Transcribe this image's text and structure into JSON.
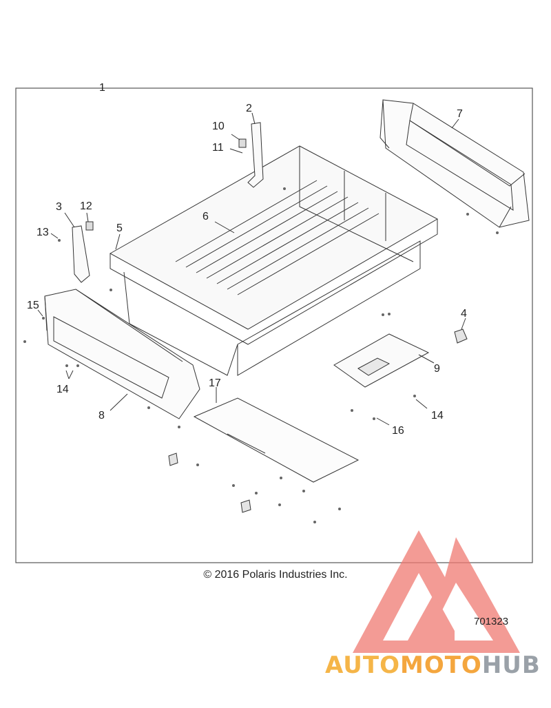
{
  "diagram": {
    "callouts": [
      {
        "id": "1",
        "text": "1"
      },
      {
        "id": "2",
        "text": "2"
      },
      {
        "id": "3",
        "text": "3"
      },
      {
        "id": "4",
        "text": "4"
      },
      {
        "id": "5",
        "text": "5"
      },
      {
        "id": "6",
        "text": "6"
      },
      {
        "id": "7",
        "text": "7"
      },
      {
        "id": "8",
        "text": "8"
      },
      {
        "id": "9",
        "text": "9"
      },
      {
        "id": "10",
        "text": "10"
      },
      {
        "id": "11",
        "text": "11"
      },
      {
        "id": "12",
        "text": "12"
      },
      {
        "id": "13",
        "text": "13"
      },
      {
        "id": "14a",
        "text": "14"
      },
      {
        "id": "14b",
        "text": "14"
      },
      {
        "id": "15",
        "text": "15"
      },
      {
        "id": "16",
        "text": "16"
      },
      {
        "id": "17",
        "text": "17"
      }
    ],
    "copyright": "© 2016 Polaris Industries Inc.",
    "drawing_number": "701323"
  },
  "watermark": {
    "part1": "AUTO",
    "part2": "MOTO",
    "part3": "HUB",
    "colors": {
      "auto": "#f5b548",
      "moto": "#f4a63e",
      "hub": "#9aa1a8",
      "logo": "#f07a72"
    }
  }
}
